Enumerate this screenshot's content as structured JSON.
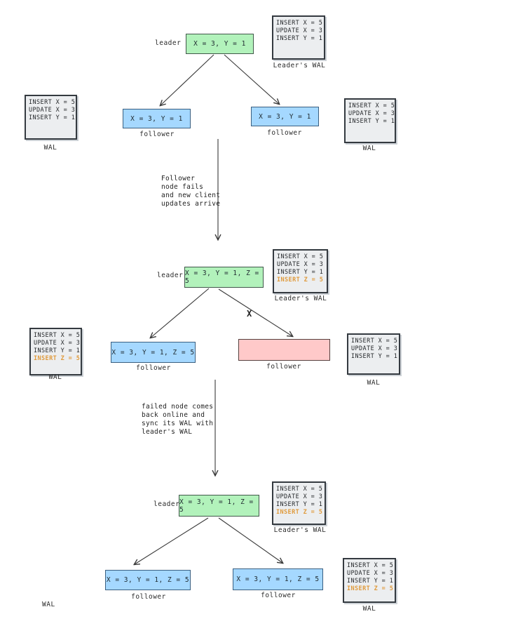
{
  "labels": {
    "leader": "leader",
    "follower": "follower",
    "wal": "WAL",
    "leaders_wal": "Leader's WAL"
  },
  "values": {
    "xy": "X = 3, Y = 1",
    "xyz": "X = 3, Y = 1, Z = 5"
  },
  "wal_entries": {
    "insert_x": "INSERT X = 5",
    "update_x": "UPDATE X = 3",
    "insert_y": "INSERT Y = 1",
    "insert_z": "INSERT Z = 5"
  },
  "transitions": {
    "first": "Follower\nnode fails\nand new client\nupdates arrive",
    "second": "failed node comes\nback online and\nsync its WAL with\nleader's WAL"
  },
  "broken_link_mark": "X",
  "colors": {
    "leader_fill": "#b2f2bb",
    "follower_fill": "#a5d8ff",
    "failed_fill": "#ffc9c9",
    "wal_fill": "#eceef0",
    "wal_border": "#343a40",
    "highlight_entry": "#e09b3d",
    "stroke": "#3a3a3a"
  }
}
